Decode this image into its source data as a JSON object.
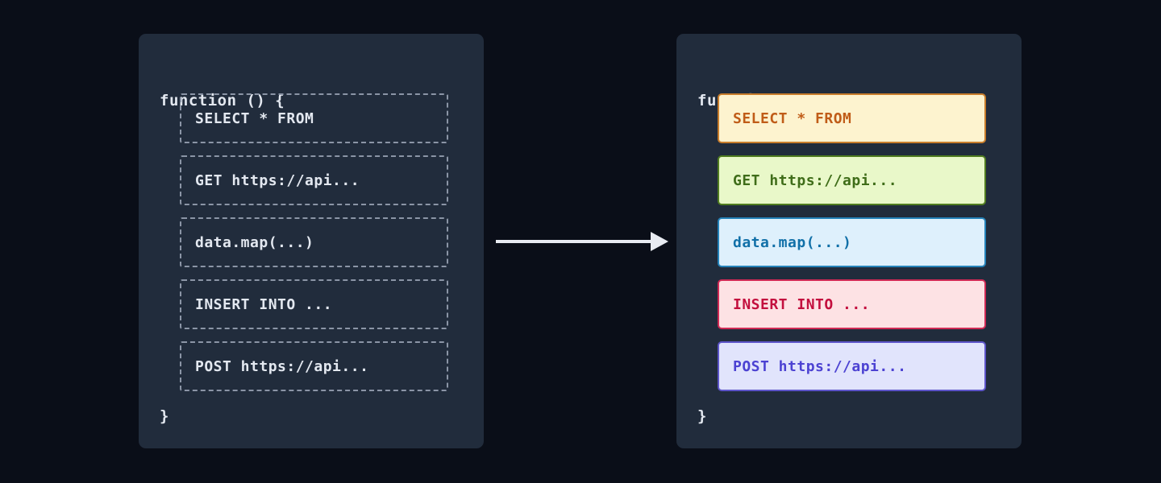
{
  "page": {
    "background": "#0a0e18",
    "panel_background": "#212c3c",
    "light_text": "#e3e8f0",
    "dashed_border": "#8b95a6"
  },
  "arrow": {
    "meaning": "transformation from plain embedded strings to highlighted typed blocks",
    "color": "#e8ebf2"
  },
  "left_panel": {
    "header": "function () {",
    "footer": "}",
    "blocks": [
      {
        "label": "SELECT * FROM"
      },
      {
        "label": "GET https://api..."
      },
      {
        "label": "data.map(...)"
      },
      {
        "label": "INSERT INTO ..."
      },
      {
        "label": "POST https://api..."
      }
    ]
  },
  "right_panel": {
    "header": "function () {",
    "footer": "}",
    "blocks": [
      {
        "label": "SELECT * FROM",
        "bg": "#fdf3cf",
        "border": "#c97d2b",
        "text": "#c05c18"
      },
      {
        "label": "GET https://api...",
        "bg": "#e9f8c9",
        "border": "#517d20",
        "text": "#3f6d19"
      },
      {
        "label": "data.map(...)",
        "bg": "#def0fc",
        "border": "#2583ba",
        "text": "#1170a8"
      },
      {
        "label": "INSERT INTO ...",
        "bg": "#fde2e4",
        "border": "#d02a55",
        "text": "#c30f3e"
      },
      {
        "label": "POST https://api...",
        "bg": "#e1e4fc",
        "border": "#5d55c9",
        "text": "#4c42d2"
      }
    ]
  }
}
